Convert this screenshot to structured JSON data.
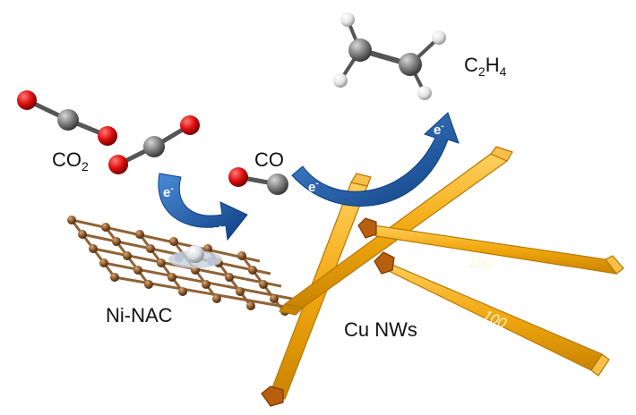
{
  "labels": {
    "co2": {
      "main": "CO",
      "sub": "2"
    },
    "co": "CO",
    "c2h4": {
      "c": "C",
      "c_sub": "2",
      "h": "H",
      "h_sub": "4"
    },
    "catalyst_left": "Ni-NAC",
    "catalyst_right": "Cu NWs"
  },
  "electron": {
    "symbol": "e",
    "charge": "-"
  },
  "facets": [
    "100",
    "100"
  ],
  "colors": {
    "oxygen": "#e01010",
    "carbon": "#808080",
    "hydrogen": "#e4e4e4",
    "arrow": "#1f5fb0",
    "nanowire": "#f2a80f",
    "nanowire_edge": "#b87800",
    "graphene": "#8b5a2b",
    "nickel": "#d9dde3"
  }
}
